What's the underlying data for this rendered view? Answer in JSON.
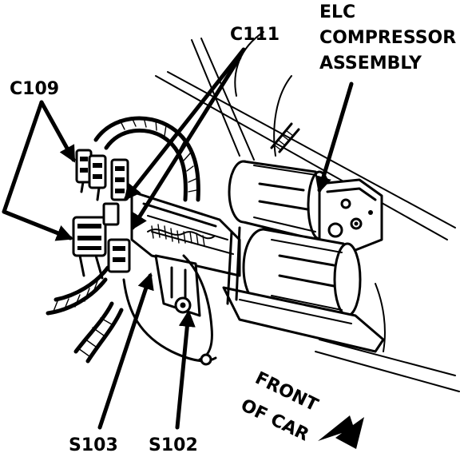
{
  "labels": {
    "c111": "C111",
    "c109": "C109",
    "elc_line1": "ELC",
    "elc_line2": "COMPRESSOR",
    "elc_line3": "ASSEMBLY",
    "s103": "S103",
    "s102": "S102",
    "front_line1": "FRONT",
    "front_line2": "OF CAR"
  },
  "colors": {
    "ink": "#000000",
    "paper": "#ffffff"
  }
}
